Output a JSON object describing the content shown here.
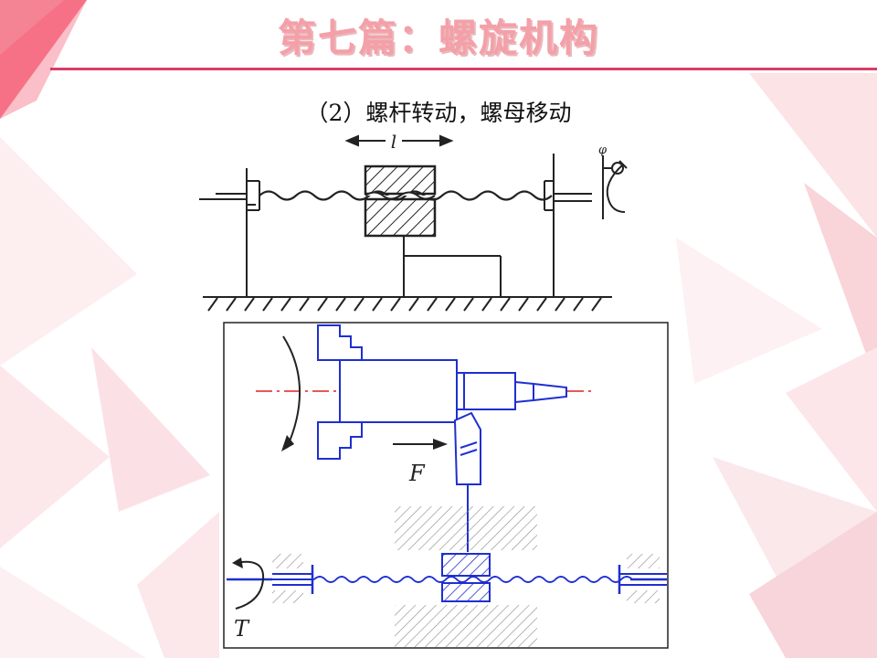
{
  "slide": {
    "title": "第七篇：螺旋机构",
    "subtitle": "（2）螺杆转动，螺母移动"
  },
  "diagram_top": {
    "label_travel": "l",
    "label_rotation": "φ"
  },
  "diagram_bottom": {
    "label_force": "F",
    "label_torque": "T"
  },
  "colors": {
    "title_pink": "#f4a0a8",
    "rule": "#d83c66",
    "line_blue": "#1f2fd0",
    "axis_red": "#e02020"
  }
}
